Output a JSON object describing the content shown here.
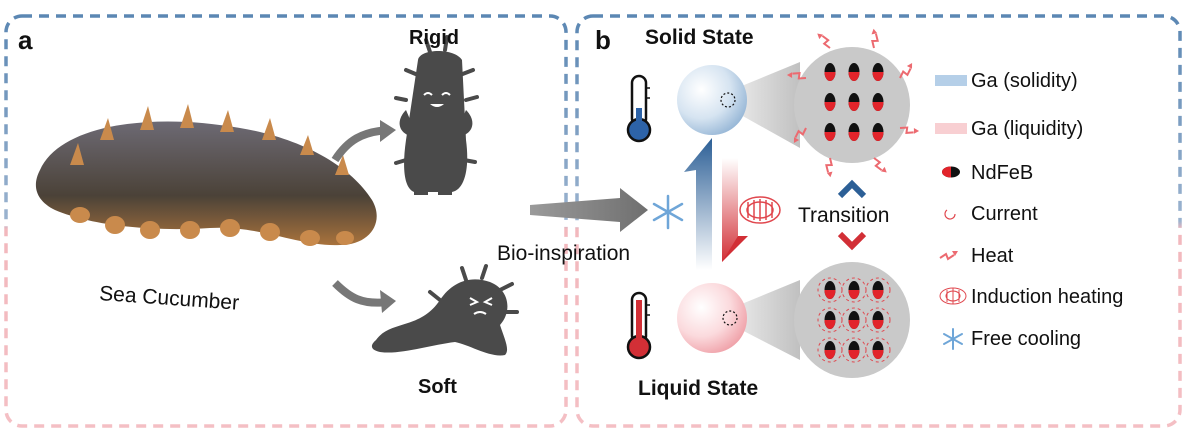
{
  "panel_a": {
    "letter": "a",
    "organism_label": "Sea Cucumber",
    "rigid_label": "Rigid",
    "soft_label": "Soft"
  },
  "panel_b": {
    "letter": "b",
    "solid_state_label": "Solid State",
    "liquid_state_label": "Liquid State",
    "transition_label": "Transition",
    "bio_inspiration_label": "Bio-inspiration"
  },
  "legend": [
    {
      "label": "Ga (solidity)",
      "icon": "blue-swatch-icon"
    },
    {
      "label": "Ga (liquidity)",
      "icon": "pink-swatch-icon"
    },
    {
      "label": "NdFeB",
      "icon": "ndfeb-particle-icon"
    },
    {
      "label": "Current",
      "icon": "current-loop-icon"
    },
    {
      "label": "Heat",
      "icon": "heat-arrow-icon"
    },
    {
      "label": "Induction heating",
      "icon": "induction-coil-icon"
    },
    {
      "label": "Free cooling",
      "icon": "snowflake-icon"
    }
  ],
  "colors": {
    "solid": "#3a6ea5",
    "liquid": "#d8333a",
    "solid_swatch": "#b5cfe8",
    "liquid_swatch": "#f8cfd2",
    "silhouette": "#4a4a4a",
    "gray_blob": "#c9c9c9",
    "heat": "#ec6a70"
  }
}
